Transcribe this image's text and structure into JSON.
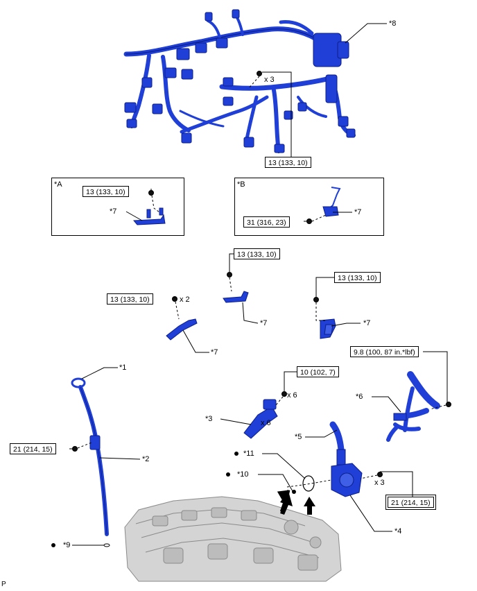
{
  "callouts": {
    "c1": "*1",
    "c2": "*2",
    "c3": "*3",
    "c4": "*4",
    "c5": "*5",
    "c6": "*6",
    "c7": "*7",
    "c8": "*8",
    "c9": "*9",
    "c10": "*10",
    "c11": "*11"
  },
  "views": {
    "a": "*A",
    "b": "*B"
  },
  "torque": {
    "t13": "13 (133, 10)",
    "t31": "31 (316, 23)",
    "t21": "21 (214, 15)",
    "t10": "10 (102, 7)",
    "t98": "9.8 (100, 87 in.*lbf)"
  },
  "counts": {
    "x2": "x 2",
    "x3": "x 3",
    "x6": "x 6"
  },
  "footer": {
    "code": "P"
  },
  "colors": {
    "part": "#1f3fd6",
    "part_dark": "#0d1f8a",
    "engine": "#bdbdbd"
  }
}
